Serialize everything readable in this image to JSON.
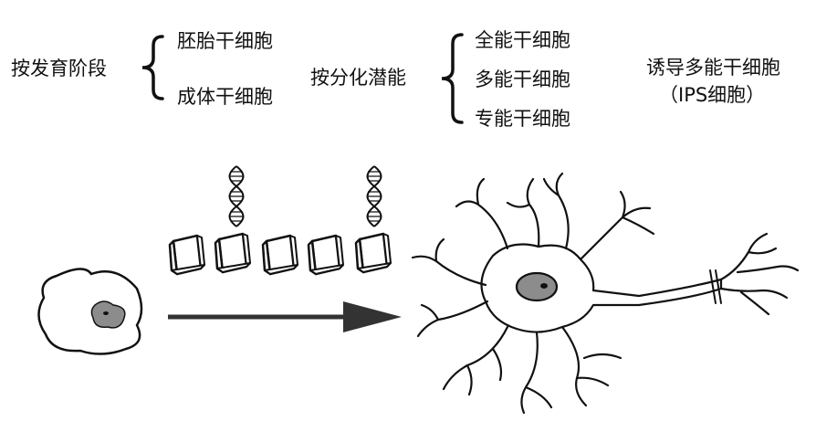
{
  "group_development": {
    "heading": "按发育阶段",
    "items": [
      "胚胎干细胞",
      "成体干细胞"
    ]
  },
  "group_potency": {
    "heading": "按分化潜能",
    "items": [
      "全能干细胞",
      "多能干细胞",
      "专能干细胞"
    ]
  },
  "ips": {
    "title": "诱导多能干细胞",
    "subtitle": "（IPS细胞）"
  },
  "colors": {
    "ink": "#111111",
    "nucleus_gray": "#8c8c8c",
    "arrow": "#333333",
    "background": "#ffffff"
  },
  "icons": [
    "undifferentiated-cell-icon",
    "transcription-factor-cube-icon",
    "dna-helix-icon",
    "neuron-icon",
    "arrow-icon"
  ]
}
